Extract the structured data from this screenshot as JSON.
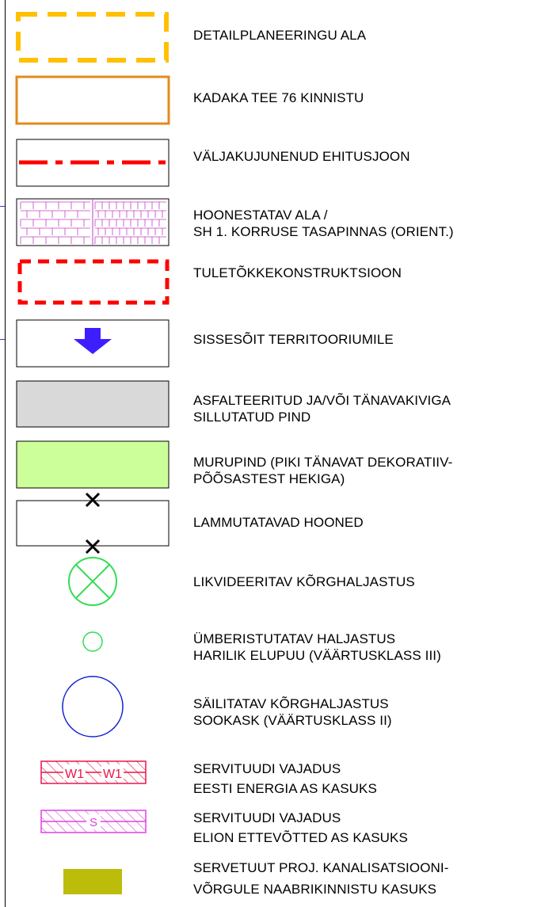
{
  "legend": {
    "items": [
      {
        "symbol": "dashed-yellow-rectangle",
        "color": "#FFC000",
        "lines": [
          "DETAILPLANEERINGU ALA"
        ]
      },
      {
        "symbol": "solid-orange-rectangle",
        "color": "#E28A1C",
        "lines": [
          "KADAKA TEE 76 KINNISTU"
        ]
      },
      {
        "symbol": "red-dash-dot-line",
        "color": "#FF0000",
        "lines": [
          "VÄLJAKUJUNENUD EHITUSJOON"
        ]
      },
      {
        "symbol": "purple-grid-hatch",
        "color": "#C040C0",
        "lines": [
          "HOONESTATAV ALA /",
          "SH 1. KORRUSE TASAPINNAS (ORIENT.)"
        ]
      },
      {
        "symbol": "dashed-red-rectangle",
        "color": "#FF0000",
        "lines": [
          "TULETÕKKEKONSTRUKTSIOON"
        ]
      },
      {
        "symbol": "blue-arrow-down",
        "color": "#3D1EFF",
        "lines": [
          "SISSESÕIT TERRITOORIUMILE"
        ]
      },
      {
        "symbol": "grey-fill",
        "color": "#D9D9D9",
        "lines": [
          "ASFALTEERITUD JA/VÕI TÄNAVAKIVIGA",
          "SILLUTATUD PIND"
        ]
      },
      {
        "symbol": "green-fill",
        "color": "#CCFF99",
        "lines": [
          "MURUPIND (PIKI TÄNAVAT DEKORATIIV-",
          "PÕÕSASTEST HEKIGA)"
        ]
      },
      {
        "symbol": "crossed-rectangle",
        "color": "#000000",
        "lines": [
          "LAMMUTATAVAD HOONED"
        ]
      },
      {
        "symbol": "green-crossed-circle",
        "color": "#33DD55",
        "lines": [
          "LIKVIDEERITAV KÕRGHALJASTUS"
        ]
      },
      {
        "symbol": "small-green-circle",
        "color": "#33DD55",
        "lines": [
          "ÜMBERISTUTATAV HALJASTUS",
          "HARILIK ELUPUU (VÄÄRTUSKLASS III)"
        ]
      },
      {
        "symbol": "large-blue-circle",
        "color": "#1020D0",
        "lines": [
          "SÄILITATAV KÕRGHALJASTUS",
          "SOOKASK (VÄÄRTUSKLASS II)"
        ]
      },
      {
        "symbol": "hatch-w1",
        "color": "#E8154A",
        "text": "W1",
        "lines": [
          "SERVITUUDI VAJADUS",
          "EESTI ENERGIA AS KASUKS"
        ]
      },
      {
        "symbol": "hatch-s",
        "color": "#E040E0",
        "text": "S",
        "lines": [
          "SERVITUUDI VAJADUS",
          "ELION ETTEVÕTTED AS KASUKS"
        ]
      },
      {
        "symbol": "olive-fill",
        "color": "#BCBC0A",
        "lines": [
          "SERVETUUT PROJ. KANALISATSIOONI-",
          "VÕRGULE NAABRIKINNISTU KASUKS"
        ]
      }
    ]
  }
}
